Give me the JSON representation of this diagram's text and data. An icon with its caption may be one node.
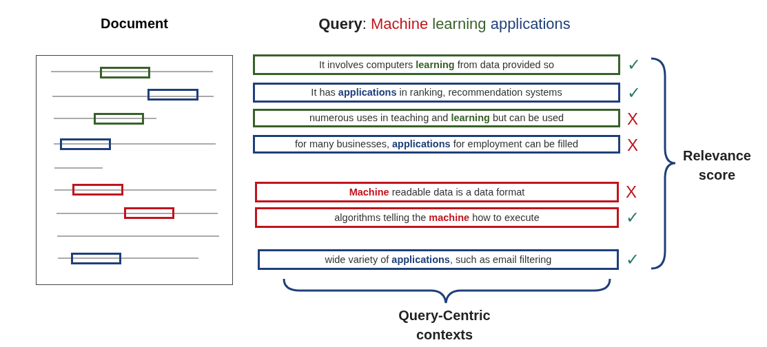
{
  "diagram": {
    "title": "**Query**: Machine learning applications",
    "nodes": [
      {
        "text": [
          "Document"
        ]
      },
      {
        "text": [],
        "shape": "box",
        "in": 0
      },
      {
        "text": [],
        "shape": "box",
        "in": 0
      },
      {
        "text": [],
        "shape": "box",
        "in": 0
      },
      {
        "text": [],
        "shape": "box",
        "in": 0
      },
      {
        "text": [],
        "shape": "box",
        "in": 0
      },
      {
        "text": [],
        "shape": "box",
        "in": 0
      },
      {
        "text": [],
        "shape": "box",
        "in": 0
      },
      {
        "text": [
          "It involves computers **learning** from data provided so"
        ],
        "beside": [
          "✓"
        ]
      },
      {
        "text": [
          "It has **applications** in ranking, recommendation systems"
        ],
        "beside": [
          "✓"
        ]
      },
      {
        "text": [
          "numerous uses in teaching and **learning** but can be used"
        ],
        "beside": [
          "X"
        ]
      },
      {
        "text": [
          "for many businesses, **applications** for employment can be filled"
        ],
        "beside": [
          "X"
        ]
      },
      {
        "text": [
          "**Machine** readable data is a data format"
        ],
        "beside": [
          "X"
        ]
      },
      {
        "text": [
          "algorithms telling the **machine** how to execute"
        ],
        "beside": [
          "✓"
        ]
      },
      {
        "text": [
          "wide variety of **applications**, such as email filtering"
        ],
        "beside": [
          "✓"
        ]
      }
    ],
    "labels": [
      "Relevance score",
      "Query-Centric contexts"
    ]
  }
}
